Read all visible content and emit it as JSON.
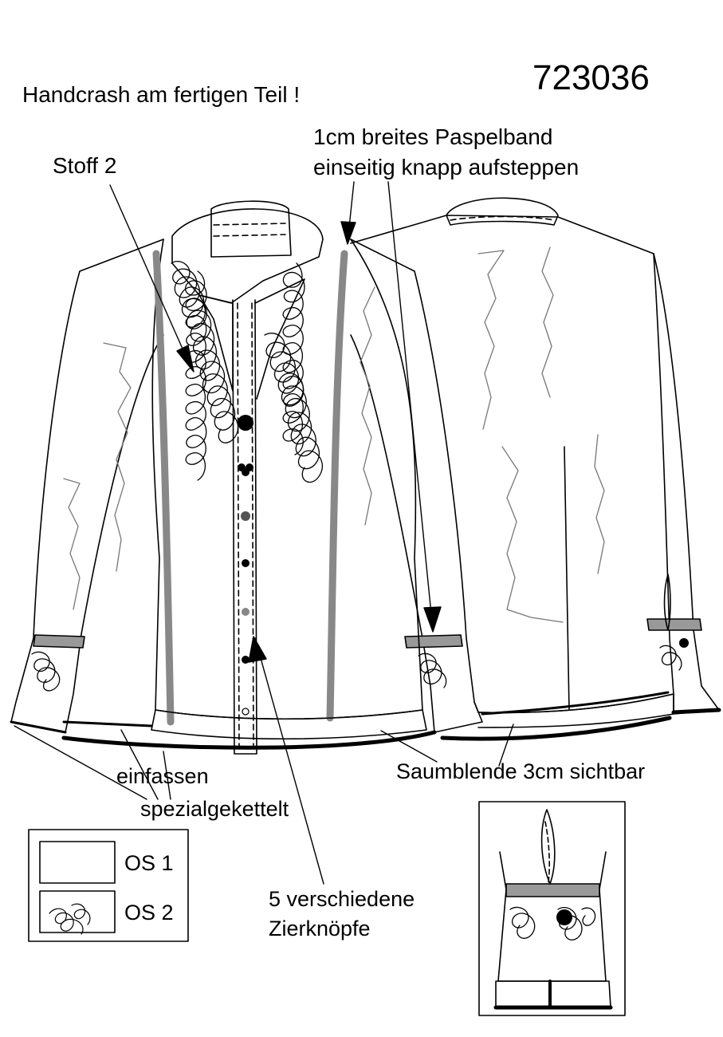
{
  "header": {
    "style_number": "723036",
    "note": "Handcrash am fertigen Teil !"
  },
  "annotations": {
    "fabric_2": "Stoff 2",
    "piping_line1": "1cm breites Paspelband",
    "piping_line2": "einseitig knapp aufsteppen",
    "bind": "einfassen",
    "special_chain": "spezialgekettelt",
    "hem_facing": "Saumblende 3cm sichtbar",
    "buttons_line1": "5 verschiedene",
    "buttons_line2": "Zierknöpfe"
  },
  "legend": {
    "items": [
      {
        "label": "OS 1"
      },
      {
        "label": "OS 2"
      }
    ]
  }
}
